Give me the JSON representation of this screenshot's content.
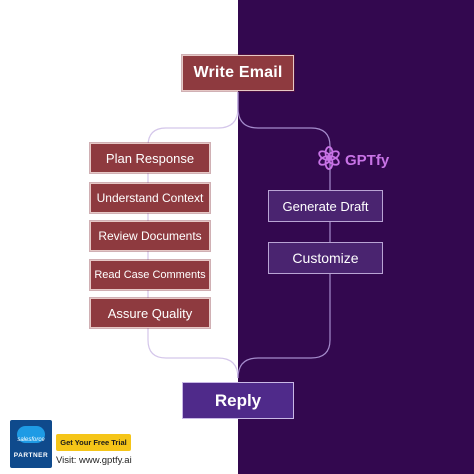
{
  "start": {
    "label": "Write Email"
  },
  "left_steps": [
    {
      "label": "Plan Response"
    },
    {
      "label": "Understand Context"
    },
    {
      "label": "Review Documents"
    },
    {
      "label": "Read Case Comments"
    },
    {
      "label": "Assure Quality"
    }
  ],
  "brand": {
    "name": "GPTfy",
    "icon": "gptfy-flower-icon",
    "color": "#c873e6"
  },
  "right_steps": [
    {
      "label": "Generate Draft"
    },
    {
      "label": "Customize"
    }
  ],
  "end": {
    "label": "Reply"
  },
  "footer": {
    "partner_badge": {
      "brand": "salesforce",
      "label": "PARTNER"
    },
    "cta_label": "Get Your Free Trial",
    "visit_text": "Visit: www.gptfy.ai"
  },
  "colors": {
    "left_background": "#ffffff",
    "right_background": "#33084f",
    "manual_step": "#8e3a3f",
    "ai_step": "#4a2470",
    "cta": "#f5c518"
  }
}
